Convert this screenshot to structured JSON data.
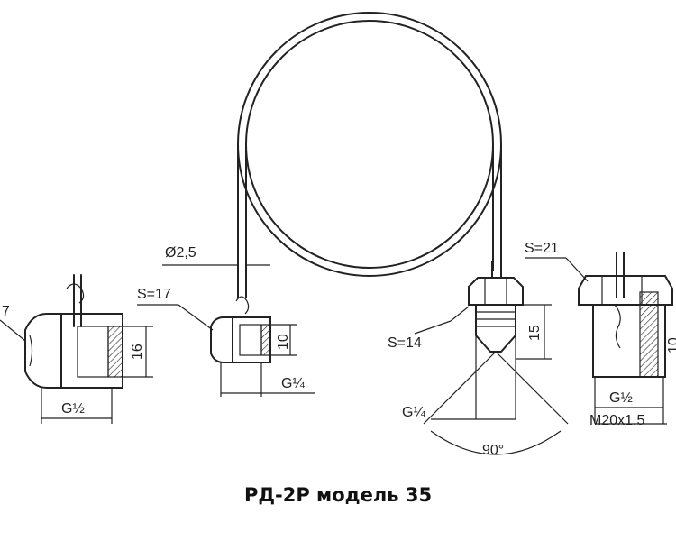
{
  "caption": "РД-2Р модель 35",
  "labels": {
    "s17_left_partial": "7",
    "g_half_left": "G½",
    "dim_16": "16",
    "diam_25": "Ø2,5",
    "s17": "S=17",
    "dim_10": "10",
    "g_quarter_small": "G¼",
    "s14": "S=14",
    "dim_15": "15",
    "g_quarter_cone": "G¼",
    "angle_90": "90°",
    "s21": "S=21",
    "g_half_right": "G½",
    "m20": "M20x1,5",
    "dim_right_partial": "10"
  }
}
